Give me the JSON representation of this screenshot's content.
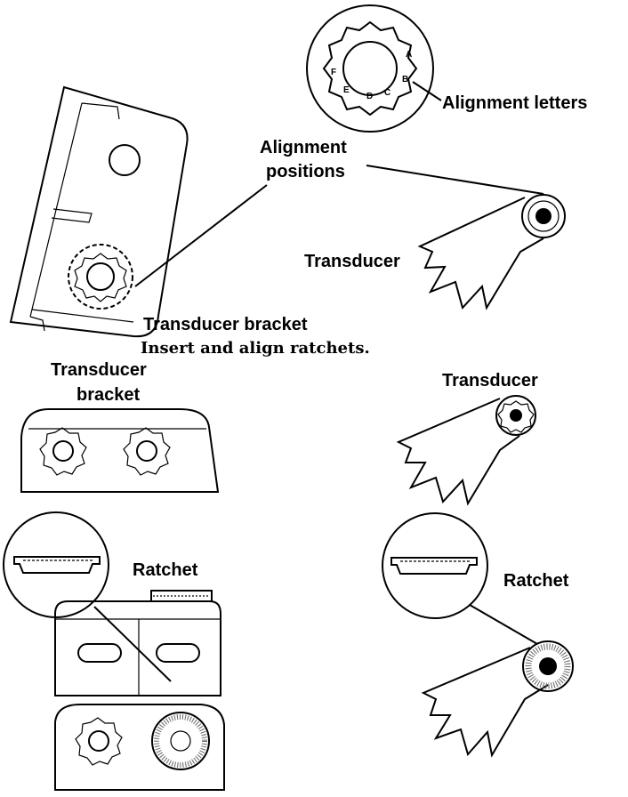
{
  "labels": {
    "alignment_letters": "Alignment letters",
    "alignment_positions_1": "Alignment",
    "alignment_positions_2": "positions",
    "transducer_top": "Transducer",
    "transducer_bracket_top": "Transducer bracket",
    "caption": "Insert and align ratchets.",
    "transducer_bracket_left_1": "Transducer",
    "transducer_bracket_left_2": "bracket",
    "transducer_right": "Transducer",
    "ratchet_left": "Ratchet",
    "ratchet_right": "Ratchet"
  },
  "dial_letters": [
    "A",
    "B",
    "C",
    "D",
    "E",
    "F"
  ]
}
